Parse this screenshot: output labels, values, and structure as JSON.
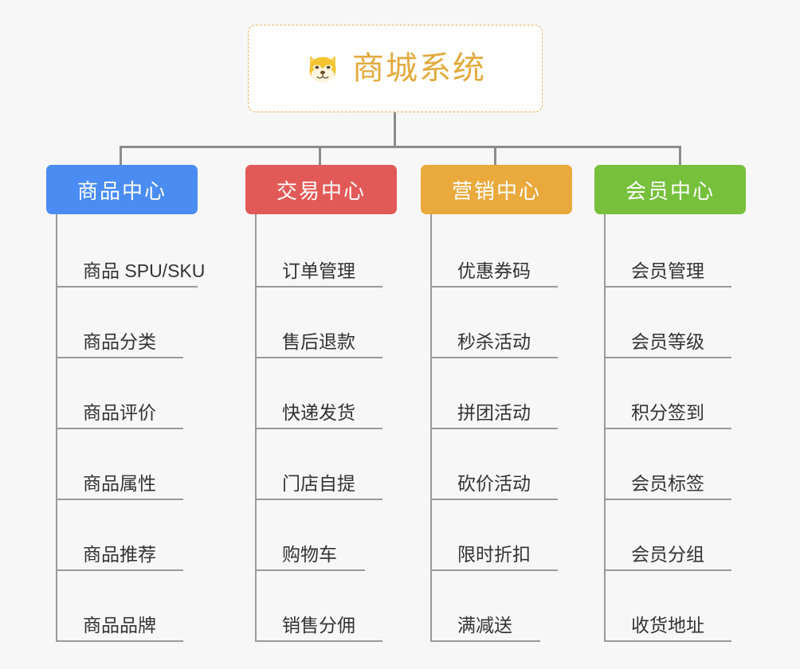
{
  "background_color": "#f7f7f7",
  "root": {
    "title": "商城系统",
    "icon": "shiba-dog-icon",
    "title_color": "#e2aa3e",
    "border_color": "#e8b05a"
  },
  "connector_color": "#8c8c8c",
  "columns": [
    {
      "label": "商品中心",
      "color": "#4a8cf2",
      "items": [
        "商品 SPU/SKU",
        "商品分类",
        "商品评价",
        "商品属性",
        "商品推荐",
        "商品品牌"
      ]
    },
    {
      "label": "交易中心",
      "color": "#e25a57",
      "items": [
        "订单管理",
        "售后退款",
        "快递发货",
        "门店自提",
        "购物车",
        "销售分佣"
      ]
    },
    {
      "label": "营销中心",
      "color": "#eaa93c",
      "items": [
        "优惠券码",
        "秒杀活动",
        "拼团活动",
        "砍价活动",
        "限时折扣",
        "满减送"
      ]
    },
    {
      "label": "会员中心",
      "color": "#76c03c",
      "items": [
        "会员管理",
        "会员等级",
        "积分签到",
        "会员标签",
        "会员分组",
        "收货地址"
      ]
    }
  ]
}
